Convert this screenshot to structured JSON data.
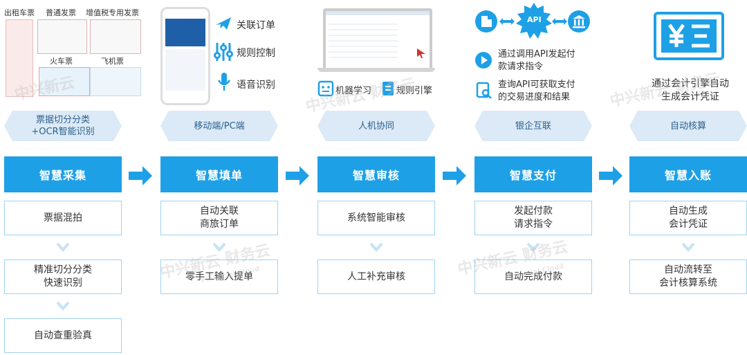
{
  "columns": [
    {
      "hex": "票据切分分类\n+OCR智能识别",
      "main": "智慧采集",
      "steps": [
        "票据混拍",
        "精准切分分类\n快速识别",
        "自动查重验真"
      ],
      "labels": [
        "出租车票",
        "普通发票",
        "增值税专用发票",
        "火车票",
        "飞机票"
      ]
    },
    {
      "hex": "移动端/PC端",
      "main": "智慧填单",
      "steps": [
        "自动关联\n商旅订单",
        "零手工输入提单"
      ],
      "features": [
        "关联订单",
        "规则控制",
        "语音识别"
      ]
    },
    {
      "hex": "人机协同",
      "main": "智慧审核",
      "steps": [
        "系统智能审核",
        "人工补充审核"
      ],
      "features": [
        "机器学习",
        "规则引擎"
      ]
    },
    {
      "hex": "银企互联",
      "main": "智慧支付",
      "steps": [
        "发起付款\n请求指令",
        "自动完成付款"
      ],
      "api_label": "API",
      "features": [
        "通过调用API发起付\n款请求指令",
        "查询API可获取支付\n的交易进度和结果"
      ]
    },
    {
      "hex": "自动核算",
      "main": "智慧入账",
      "steps": [
        "自动生成\n会计凭证",
        "自动流转至\n会计核算系统"
      ],
      "desc": "通过会计引擎自动\n生成会计凭证"
    }
  ],
  "watermark": {
    "cn": "中兴新云",
    "brand": "财务云",
    "en": "Financial Cloud"
  },
  "colors": {
    "primary": "#1ea0e6",
    "hex_bg": "#dbeaf6",
    "border": "#9fd2f0",
    "chevron": "#c7e3f4"
  }
}
